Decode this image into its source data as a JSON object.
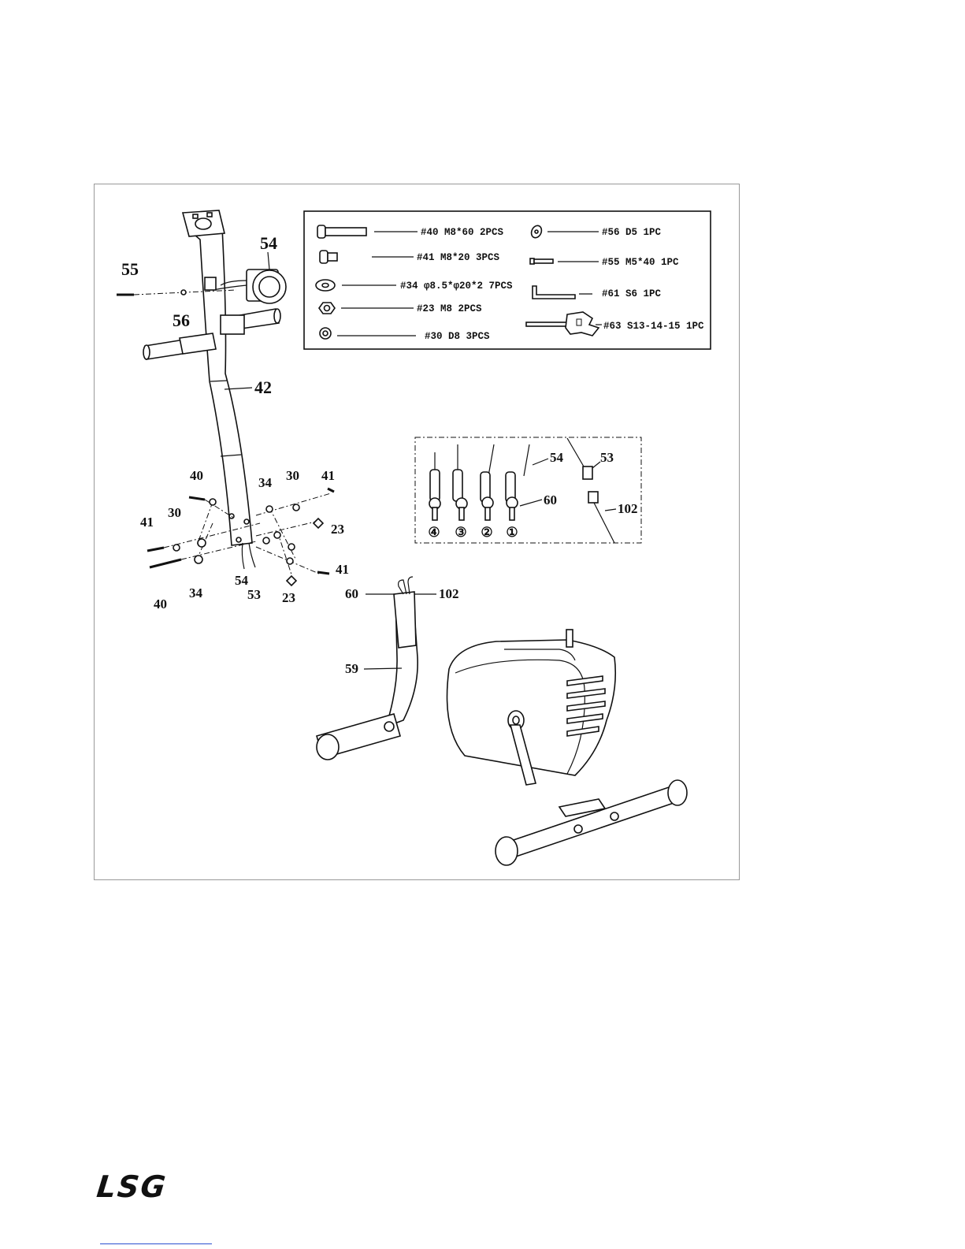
{
  "brand": {
    "logo_text": "LSG"
  },
  "hardware": {
    "items": [
      {
        "key": "40",
        "label": "#40 M8*60 2PCS"
      },
      {
        "key": "41",
        "label": "#41 M8*20 3PCS"
      },
      {
        "key": "34",
        "label": "#34 φ8.5*φ20*2 7PCS"
      },
      {
        "key": "23",
        "label": "#23 M8  2PCS"
      },
      {
        "key": "30",
        "label": "#30 D8 3PCS"
      },
      {
        "key": "56",
        "label": "#56 D5 1PC"
      },
      {
        "key": "55",
        "label": "#55 M5*40 1PC"
      },
      {
        "key": "61",
        "label": "#61 S6  1PC"
      },
      {
        "key": "63",
        "label": "#63 S13-14-15 1PC"
      }
    ]
  },
  "callouts": {
    "n54": "54",
    "n55": "55",
    "n56": "56",
    "n42": "42",
    "n40": "40",
    "n41": "41",
    "n30": "30",
    "n34": "34",
    "n23": "23",
    "n53": "53",
    "n60": "60",
    "n102": "102",
    "n59": "59"
  },
  "detail": {
    "steps": [
      "④",
      "③",
      "②",
      "①"
    ],
    "labels": {
      "n54": "54",
      "n60": "60",
      "n53": "53",
      "n102": "102"
    }
  }
}
